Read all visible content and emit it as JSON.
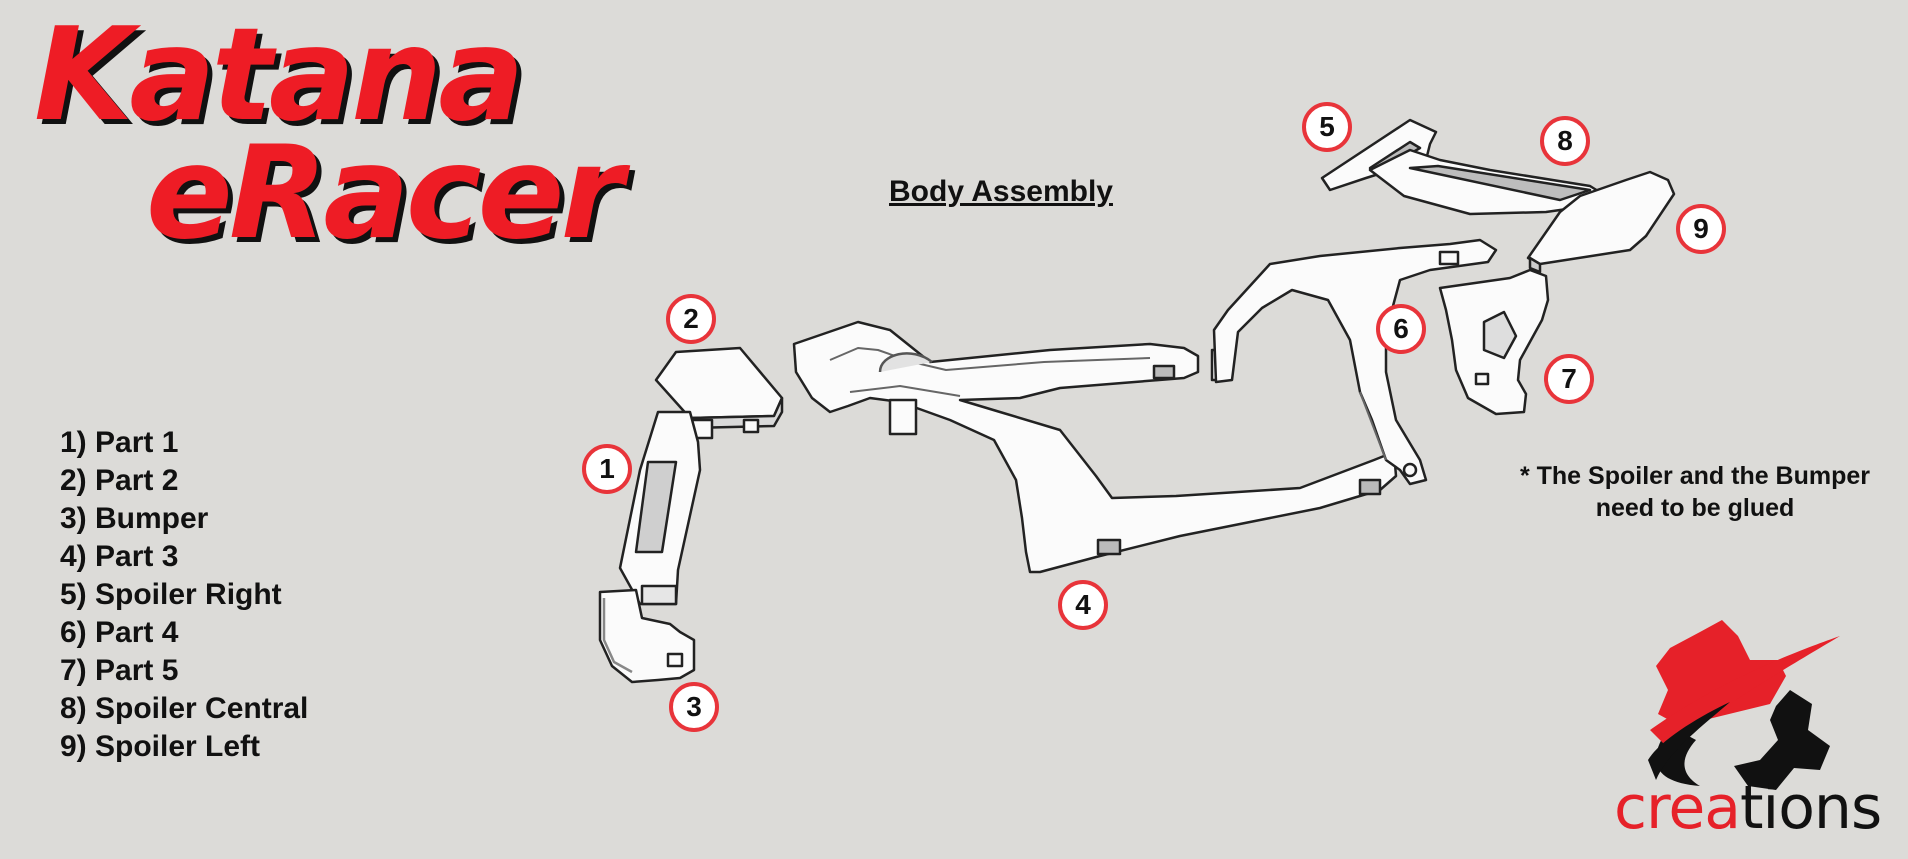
{
  "title": {
    "line1": "Katana",
    "line2": "eRacer"
  },
  "heading": "Body Assembly",
  "legend": [
    "1) Part 1",
    "2) Part 2",
    "3) Bumper",
    "4) Part 3",
    "5) Spoiler Right",
    "6) Part 4",
    "7) Part 5",
    "8) Spoiler Central",
    "9) Spoiler Left"
  ],
  "note": {
    "line1": "* The Spoiler and the Bumper",
    "line2": "need to be glued"
  },
  "callouts": [
    "1",
    "2",
    "3",
    "4",
    "5",
    "6",
    "7",
    "8",
    "9"
  ],
  "logo": {
    "word_red": "crea",
    "word_black": "tions"
  },
  "colors": {
    "title_red": "#ee1c25",
    "callout_ring": "#e8343a",
    "background": "#dcdbd8",
    "logo_red": "#e62129"
  }
}
